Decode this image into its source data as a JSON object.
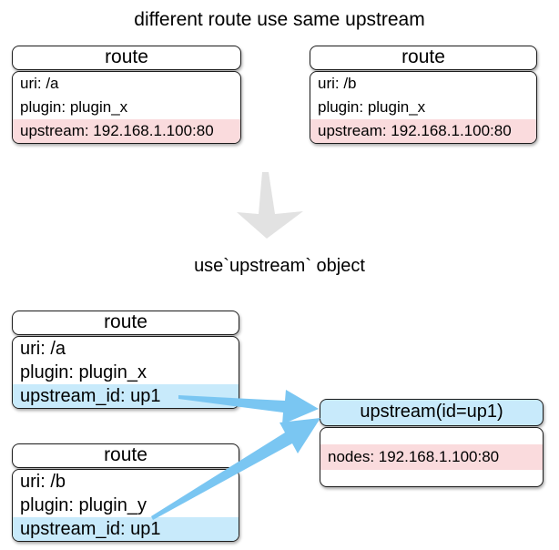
{
  "palette": {
    "highlight_pink": "#FADBDD",
    "highlight_blue": "#C8EAFB",
    "link_arrow_blue": "#7AC6F2",
    "transform_arrow_gray": "#E2E2E2",
    "box_border": "#1C1C1C",
    "text": "#000000",
    "background": "#FFFFFF"
  },
  "titles": {
    "top": "different route use same upstream",
    "bottom": "use`upstream` object"
  },
  "top_section": {
    "route_a": {
      "header": "route",
      "rows": [
        {
          "text": "uri: /a",
          "highlight": "none"
        },
        {
          "text": "plugin: plugin_x",
          "highlight": "none"
        },
        {
          "text": "upstream: 192.168.1.100:80",
          "highlight": "pink"
        }
      ]
    },
    "route_b": {
      "header": "route",
      "rows": [
        {
          "text": "uri: /b",
          "highlight": "none"
        },
        {
          "text": "plugin: plugin_x",
          "highlight": "none"
        },
        {
          "text": "upstream: 192.168.1.100:80",
          "highlight": "pink"
        }
      ]
    }
  },
  "bottom_section": {
    "route_a": {
      "header": "route",
      "rows": [
        {
          "text": "uri: /a",
          "highlight": "none"
        },
        {
          "text": "plugin: plugin_x",
          "highlight": "none"
        },
        {
          "text": "upstream_id: up1",
          "highlight": "blue"
        }
      ]
    },
    "route_b": {
      "header": "route",
      "rows": [
        {
          "text": "uri: /b",
          "highlight": "none"
        },
        {
          "text": "plugin: plugin_y",
          "highlight": "none"
        },
        {
          "text": "upstream_id: up1",
          "highlight": "blue"
        }
      ]
    },
    "upstream": {
      "header": "upstream(id=up1)",
      "rows": [
        {
          "text": "nodes: 192.168.1.100:80",
          "highlight": "pink"
        }
      ]
    }
  },
  "icons": {
    "transform_arrow": "thick-down-arrow",
    "link_arrow_top": "tapered-right-arrow",
    "link_arrow_bottom": "tapered-up-right-arrow"
  }
}
